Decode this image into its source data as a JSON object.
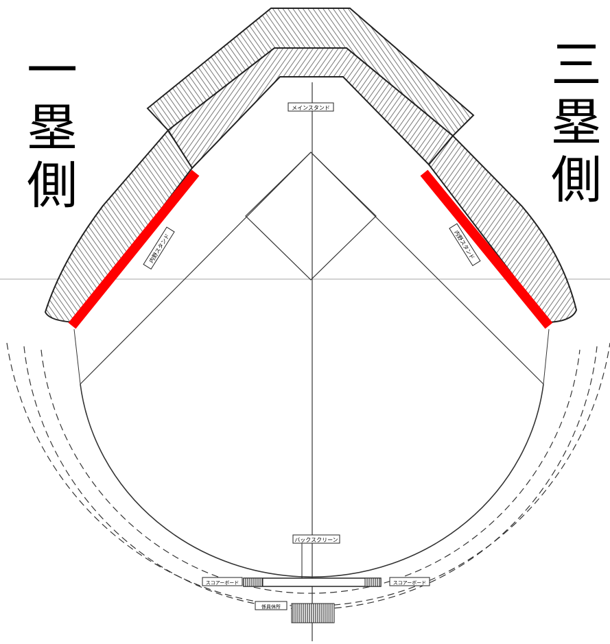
{
  "labels": {
    "first_base_side": [
      "一",
      "塁",
      "側"
    ],
    "third_base_side": [
      "三",
      "塁",
      "側"
    ]
  },
  "plan_labels": {
    "main_stand": "メインスタンド",
    "outfield_stand_left": "内野スタンド",
    "outfield_stand_right": "内野スタンド",
    "back_screen": "バックスクリーン",
    "score_board_left": "スコアーボード",
    "score_board_right": "スコアーボード",
    "bottom_building": "係員休所"
  },
  "colors": {
    "highlight": "#ff0000",
    "ink": "#222222",
    "paper": "#ffffff"
  }
}
